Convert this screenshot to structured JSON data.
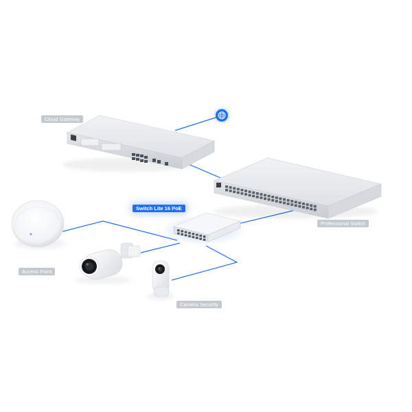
{
  "labels": {
    "cloud_gateway": "Cloud Gateway",
    "switch_lite": "Switch Lite 16 PoE",
    "professional_switch": "Professional Switch",
    "access_point": "Access Point",
    "camera_security": "Camera Security"
  },
  "icons": {
    "internet": "globe-icon"
  },
  "colors": {
    "link": "#1f6ff0",
    "label_bg": "#c4c9d0",
    "highlight_bg": "#1f6ff0"
  }
}
